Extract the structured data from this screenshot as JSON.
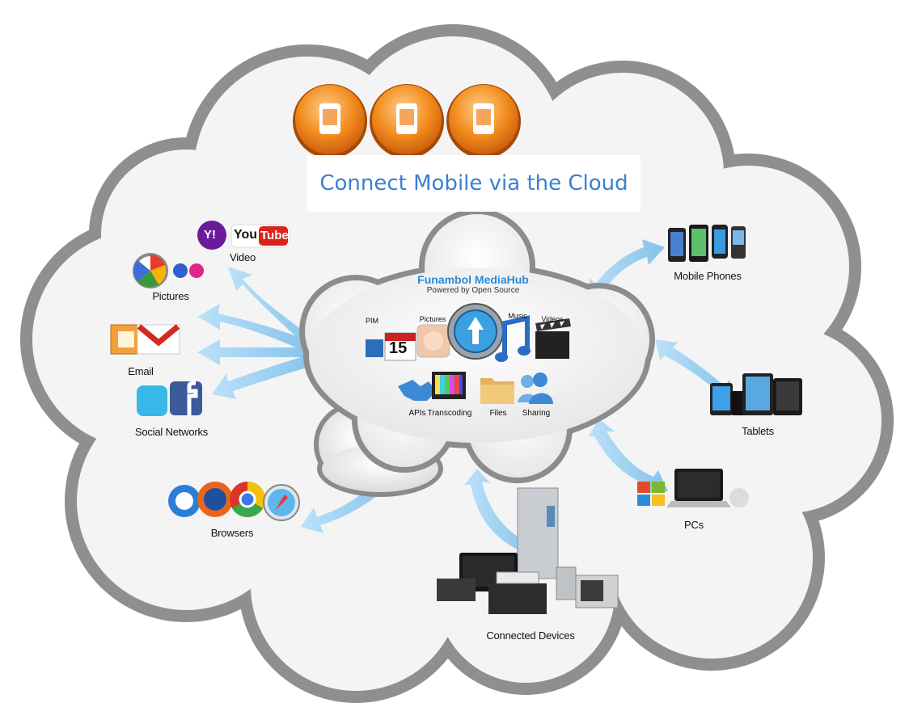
{
  "title": "Connect Mobile via the Cloud",
  "hub": {
    "name": "Funambol MediaHub",
    "subtitle": "Powered by Open Source",
    "features": [
      "PIM",
      "Pictures",
      "Music",
      "Videos"
    ],
    "calendar_day": "15",
    "services": [
      "APIs",
      "Transcoding",
      "Files",
      "Sharing"
    ]
  },
  "left_nodes": {
    "video": "Video",
    "pictures": "Pictures",
    "email": "Email",
    "social": "Social Networks",
    "browsers": "Browsers"
  },
  "right_nodes": {
    "phones": "Mobile Phones",
    "tablets": "Tablets",
    "pcs": "PCs"
  },
  "bottom_node": "Connected Devices",
  "logo_text": {
    "youtube_you": "You",
    "youtube_tube": "Tube",
    "yahoo": "Y!"
  },
  "colors": {
    "title": "#3a7fd5",
    "hub_title": "#2c8bd6",
    "orange": "#f08a1c",
    "arrow": "#9fd1f2",
    "cloud_border": "#8e8e8e"
  }
}
